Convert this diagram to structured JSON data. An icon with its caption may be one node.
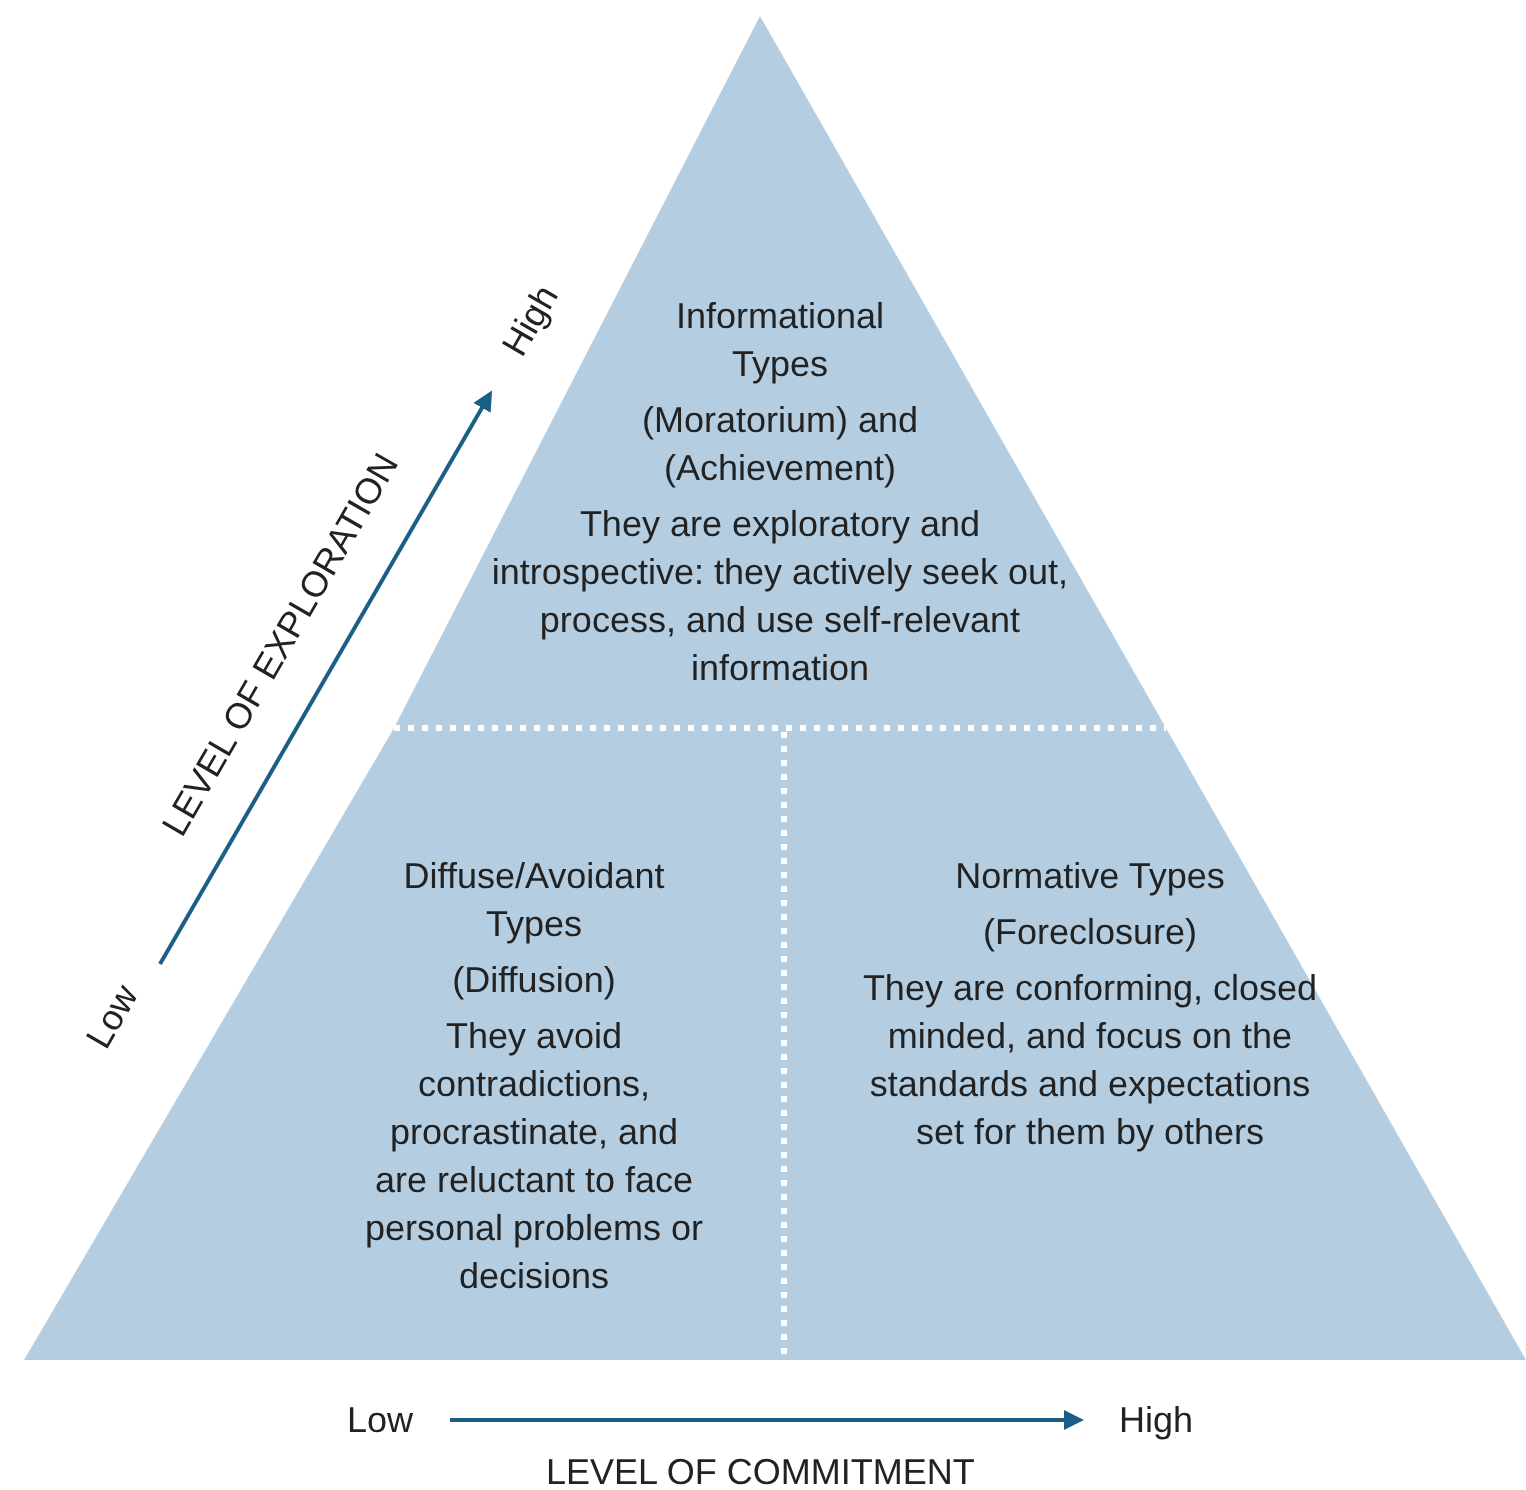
{
  "diagram": {
    "nodes": [
      {
        "text": [
          "Informational Types",
          "(Moratorium) and (Achievement)",
          "They are exploratory and introspective: they actively seek out, process, and use self-relevant information"
        ]
      },
      {
        "text": [
          "Diffuse/Avoidant Types",
          "(Diffusion)",
          "They avoid contradictions, procrastinate, and are reluctant to face personal problems or decisions"
        ]
      },
      {
        "text": [
          "Normative Types",
          "(Foreclosure)",
          "They are conforming, closed minded, and focus on the standards and expectations set for them by others"
        ]
      }
    ],
    "labels": [
      "High",
      "LEVEL OF EXPLORATION",
      "Low",
      "Low",
      "High",
      "LEVEL OF COMMITMENT"
    ]
  }
}
